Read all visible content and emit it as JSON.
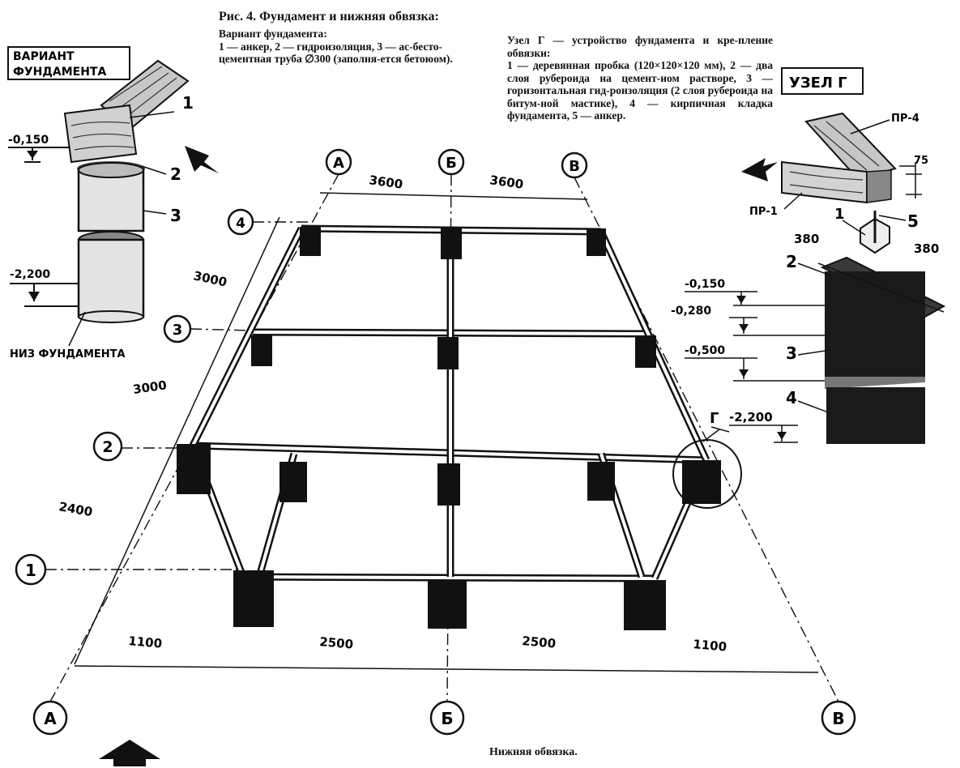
{
  "caption": {
    "title": "Рис. 4. Фундамент и нижняя обвязка:",
    "variant_heading": "Вариант фундамента:",
    "variant_text": "1 — анкер, 2 — гидроизоляция, 3 — ас-бесто-цементная труба ∅300 (заполня-ется бетоюом).",
    "node_heading": "Узел Г — устройство фундамента и кре-пление обвязки:",
    "node_text": "1 — деревянная пробка (120×120×120 мм), 2 — два слоя рубероида на цемент-иом растворе, 3 — горизонтальная гид-роизоляция (2 слоя рубероида на битум-ной мастике), 4 — кирпичная кладка фундамента, 5 — анкер.",
    "bottom": "Нижняя обвязка."
  },
  "variant": {
    "label_line1": "ВАРИАНТ",
    "label_line2": "ФУНДАМЕНТА",
    "level_top": "-0,150",
    "level_bottom": "-2,200",
    "base_label": "НИЗ ФУНДАМЕНТА",
    "callouts": [
      "1",
      "2",
      "3"
    ]
  },
  "node": {
    "label": "УЗЕЛ Г",
    "beam_top": "ПР-4",
    "beam_side": "ПР-1",
    "dim_75": "75",
    "dim_380_left": "380",
    "dim_380_right": "380",
    "levels": [
      "-0,150",
      "-0,280",
      "-0,500"
    ],
    "bottom_level": "-2,200",
    "callouts": [
      "1",
      "5",
      "2",
      "3",
      "4"
    ],
    "marker": "Г"
  },
  "plan": {
    "axes_letters": [
      "А",
      "Б",
      "В"
    ],
    "axes_numbers": [
      "1",
      "2",
      "3",
      "4"
    ],
    "top_dims": [
      "3600",
      "3600"
    ],
    "side_dims": [
      "3000",
      "3000",
      "2400"
    ],
    "bottom_dims": [
      "1100",
      "2500",
      "2500",
      "1100"
    ]
  }
}
